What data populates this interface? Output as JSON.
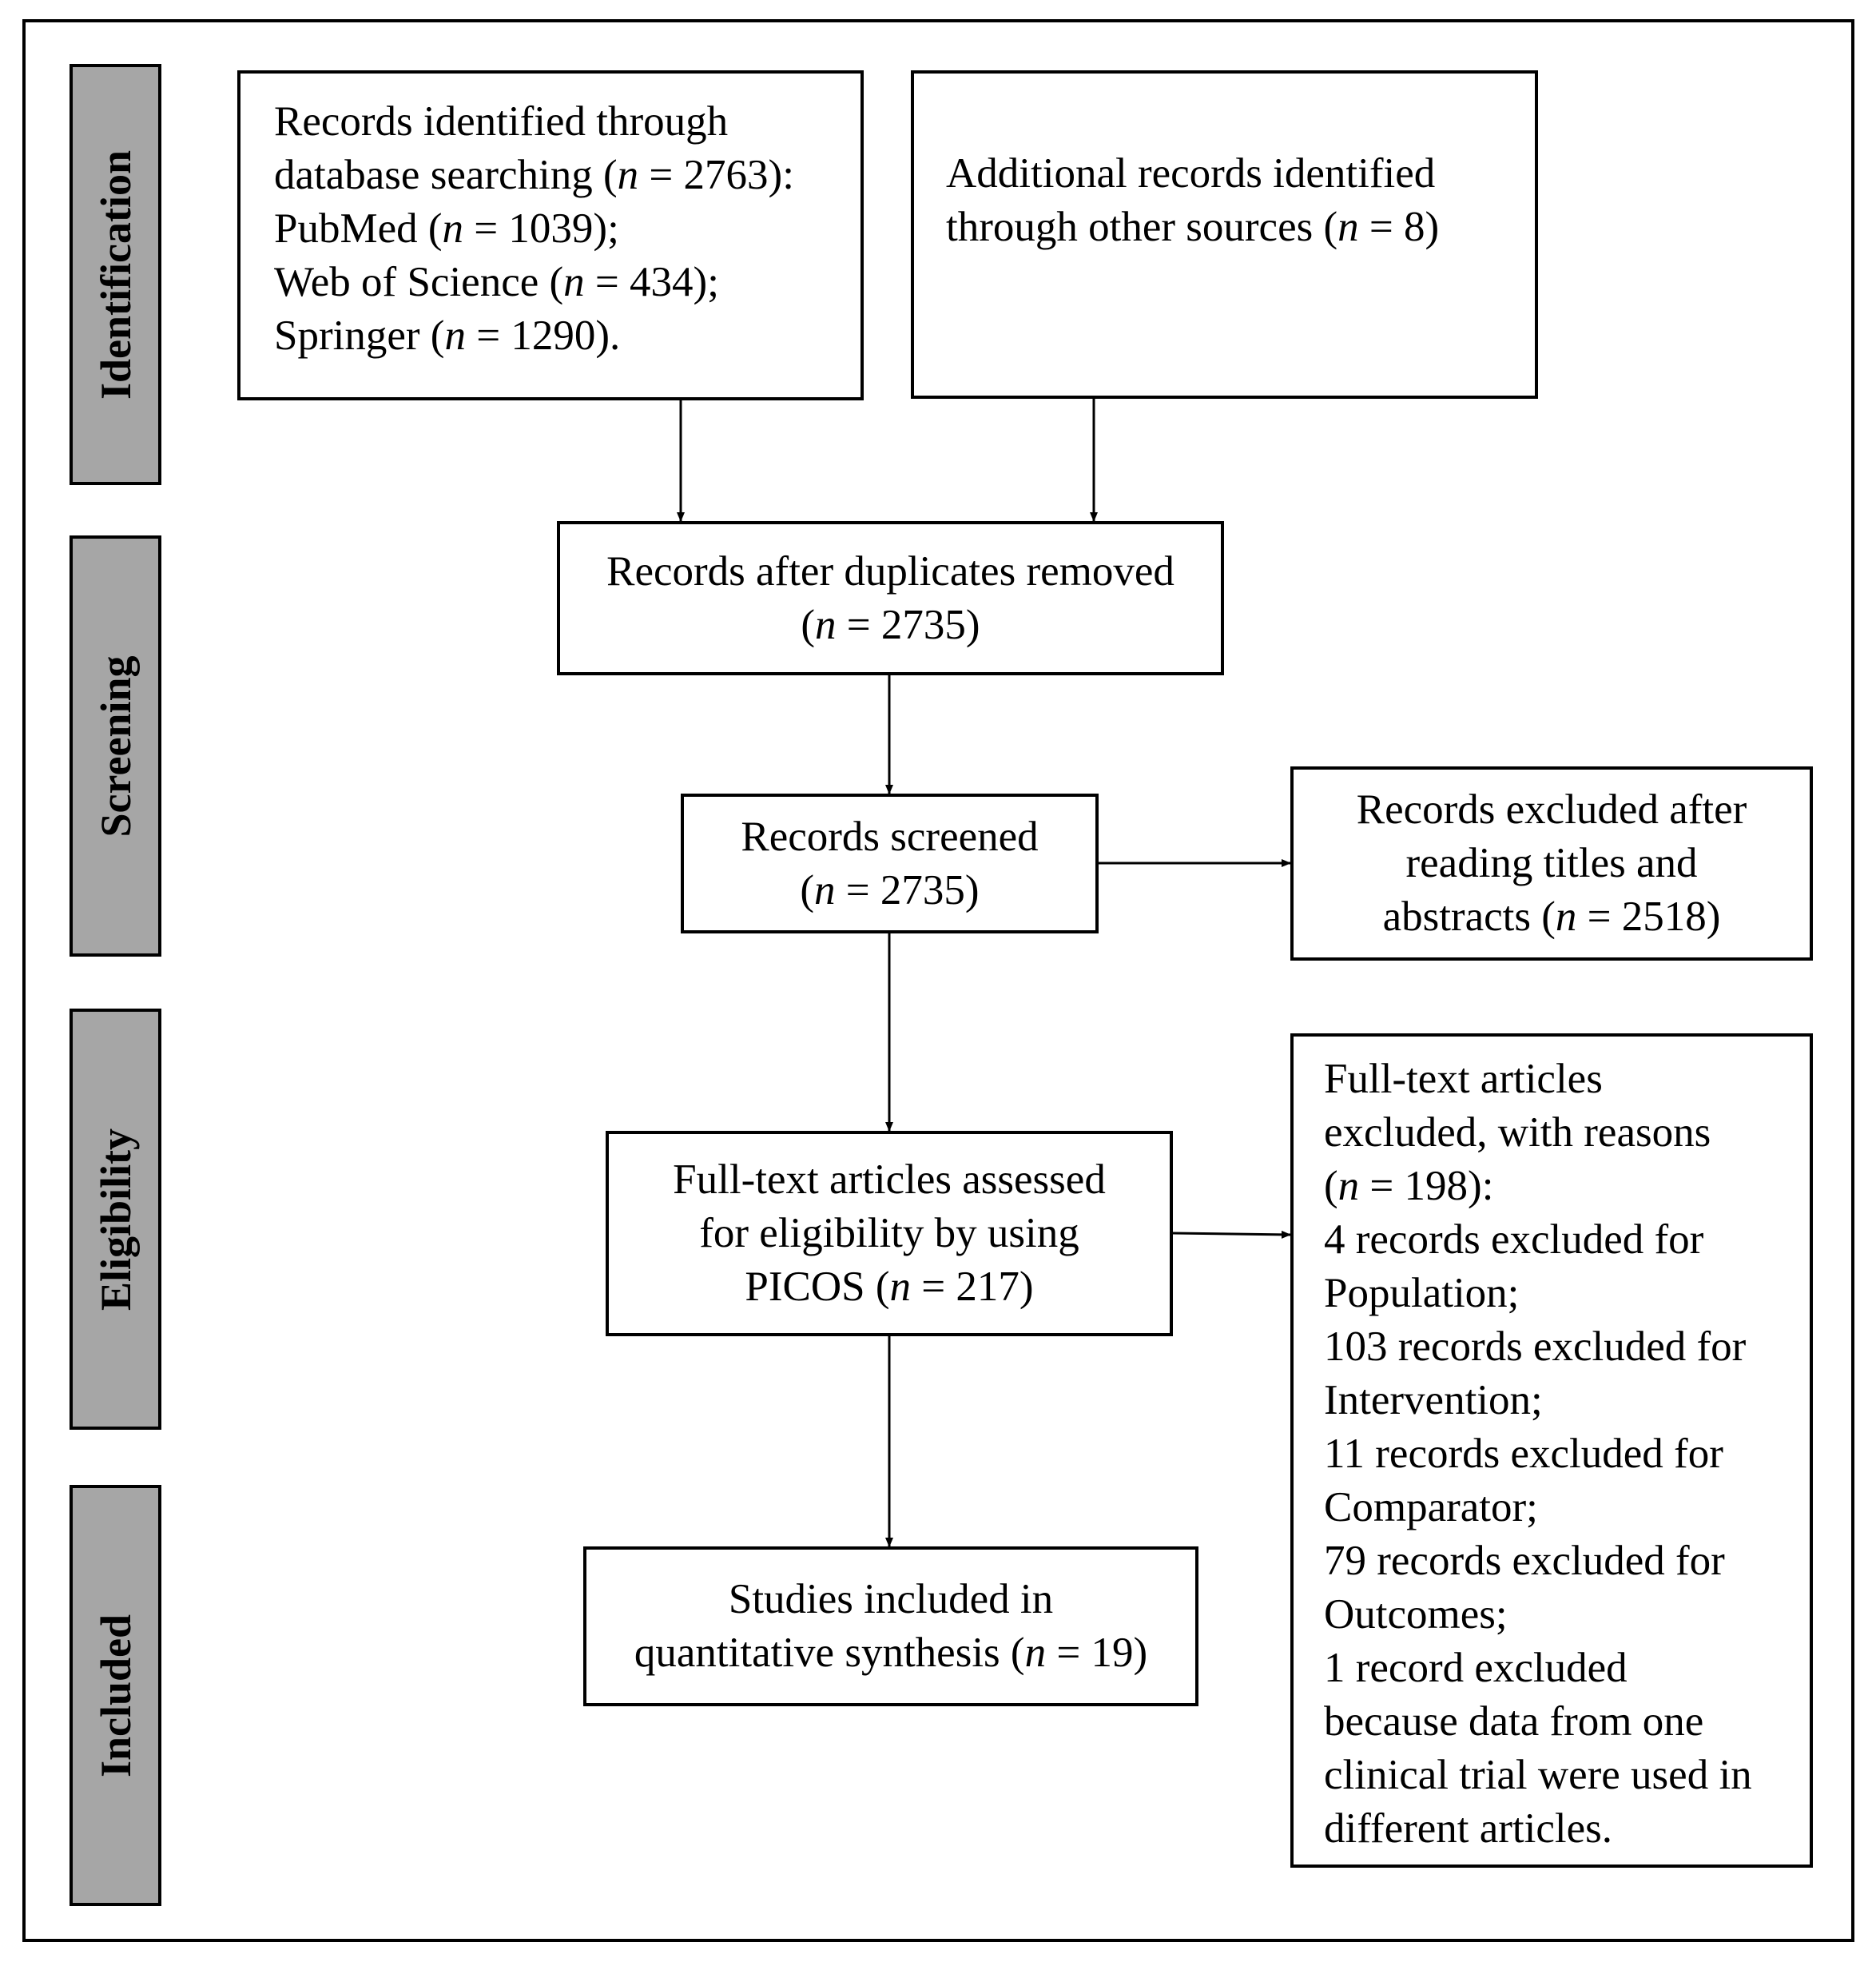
{
  "stages": {
    "identification": "Identification",
    "screening": "Screening",
    "eligibility": "Eligibility",
    "included": "Included"
  },
  "boxes": {
    "database": {
      "line1": "Records identified through",
      "line2_pre": "database searching (",
      "line2_n": "n",
      "line2_post": " = 2763):",
      "line3_pre": "PubMed (",
      "line3_n": "n",
      "line3_post": " = 1039);",
      "line4_pre": "Web of Science (",
      "line4_n": "n",
      "line4_post": " = 434);",
      "line5_pre": "Springer (",
      "line5_n": "n",
      "line5_post": " = 1290)."
    },
    "other_sources": {
      "line1": "Additional records identified",
      "line2_pre": "through other sources (",
      "line2_n": "n",
      "line2_post": " = 8)"
    },
    "duplicates": {
      "line1": "Records after duplicates removed",
      "line2_pre": "(",
      "line2_n": "n",
      "line2_post": " = 2735)"
    },
    "screened": {
      "line1": "Records screened",
      "line2_pre": "(",
      "line2_n": "n",
      "line2_post": " = 2735)"
    },
    "excluded_titles": {
      "line1": "Records excluded after",
      "line2": "reading titles and",
      "line3_pre": "abstracts (",
      "line3_n": "n",
      "line3_post": " = 2518)"
    },
    "fulltext": {
      "line1": "Full-text articles assessed",
      "line2": "for eligibility by using",
      "line3_pre": "PICOS (",
      "line3_n": "n",
      "line3_post": " = 217)"
    },
    "excluded_fulltext": {
      "line1": "Full-text articles",
      "line2": "excluded, with reasons",
      "line3_pre": "(",
      "line3_n": "n",
      "line3_post": " = 198):",
      "line4": "4 records excluded for",
      "line5": "Population;",
      "line6": "103 records excluded for",
      "line7": "Intervention;",
      "line8": "11 records excluded for",
      "line9": "Comparator;",
      "line10": "79 records excluded for",
      "line11": "Outcomes;",
      "line12": "1 record excluded",
      "line13": "because data from one",
      "line14": "clinical trial were used in",
      "line15": "different articles."
    },
    "included": {
      "line1": "Studies included in",
      "line2_pre": "quantitative synthesis (",
      "line2_n": "n",
      "line2_post": " = 19)"
    }
  }
}
